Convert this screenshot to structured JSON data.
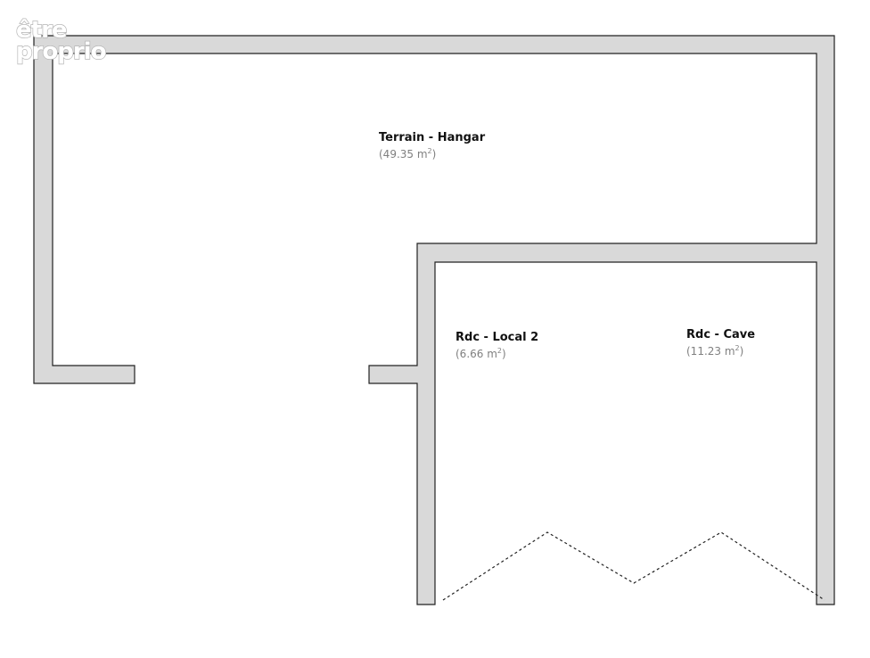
{
  "logo": {
    "line1": "être",
    "line2": "proprio"
  },
  "rooms": [
    {
      "name": "Terrain - Hangar",
      "area": "(49.35 m",
      "unit_sup": "2",
      "area_close": ")"
    },
    {
      "name": "Rdc - Local 2",
      "area": "(6.66 m",
      "unit_sup": "2",
      "area_close": ")"
    },
    {
      "name": "Rdc - Cave",
      "area": "(11.23 m",
      "unit_sup": "2",
      "area_close": ")"
    }
  ]
}
